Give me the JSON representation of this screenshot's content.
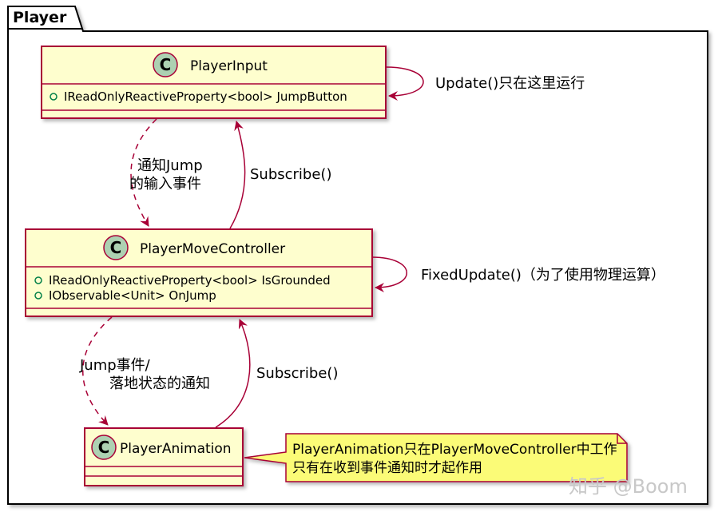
{
  "package": {
    "title": "Player"
  },
  "classes": {
    "player_input": {
      "stereotype": "C",
      "name": "PlayerInput",
      "members": [
        "IReadOnlyReactiveProperty<bool> JumpButton"
      ]
    },
    "player_move_controller": {
      "stereotype": "C",
      "name": "PlayerMoveController",
      "members": [
        "IReadOnlyReactiveProperty<bool> IsGrounded",
        "IObservable<Unit> OnJump"
      ]
    },
    "player_animation": {
      "stereotype": "C",
      "name": "PlayerAnimation",
      "members": []
    }
  },
  "edges": {
    "input_self": "Update()只在这里运行",
    "input_to_controller": [
      "通知Jump",
      "的输入事件"
    ],
    "controller_subscribe_input": "Subscribe()",
    "controller_self": "FixedUpdate()（为了使用物理运算）",
    "controller_to_animation": [
      "Jump事件/",
      "落地状态的通知"
    ],
    "animation_subscribe_controller": "Subscribe()"
  },
  "note": {
    "lines": [
      "PlayerAnimation只在PlayerMoveController中工作",
      "只有在收到事件通知时才起作用"
    ]
  },
  "watermark": "知乎 @Boom",
  "colors": {
    "class_fill": "#FEFECE",
    "class_border": "#A80036",
    "stereotype_circle": "#ADD1B2",
    "edge": "#A80036",
    "note_fill": "#FBFB77",
    "package_border": "#000000"
  }
}
